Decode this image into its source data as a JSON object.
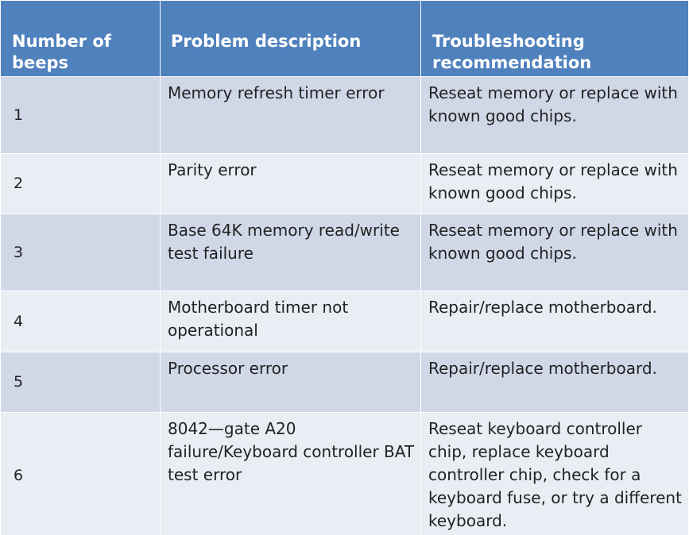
{
  "table": {
    "headers": [
      "Number of beeps",
      "Problem description",
      "Troubleshooting recommendation"
    ],
    "rows": [
      {
        "beeps": "1",
        "problem": "Memory refresh timer error",
        "recommendation": "Reseat memory or replace with known good chips."
      },
      {
        "beeps": "2",
        "problem": "Parity error",
        "recommendation": "Reseat memory or replace with known good chips."
      },
      {
        "beeps": "3",
        "problem": "Base 64K memory read/write test failure",
        "recommendation": "Reseat memory or replace with known good chips."
      },
      {
        "beeps": "4",
        "problem": "Motherboard timer not operational",
        "recommendation": "Repair/replace motherboard."
      },
      {
        "beeps": "5",
        "problem": "Processor error",
        "recommendation": "Repair/replace motherboard."
      },
      {
        "beeps": "6",
        "problem": "8042—gate A20 failure/Keyboard controller BAT test error",
        "recommendation": "Reseat keyboard controller chip, replace keyboard controller chip, check for a keyboard fuse, or try a different keyboard."
      }
    ]
  },
  "colors": {
    "header_bg": "#4f81bd",
    "row_dark": "#d0d8e8",
    "row_light": "#e9edf4"
  }
}
